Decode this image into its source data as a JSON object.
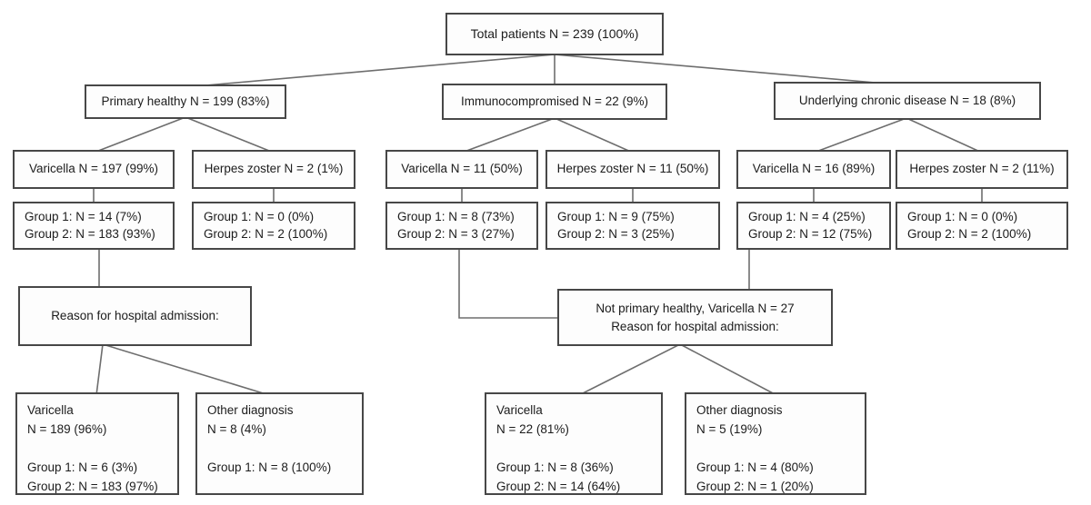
{
  "palette": {
    "background": "#ffffff",
    "box_fill": "#fdfdfd",
    "box_border": "#474747",
    "connector": "#6e6e6e",
    "text": "#1c1c1c"
  },
  "flowchart": {
    "total": "Total patients N = 239 (100%)",
    "primary_healthy": "Primary healthy N = 199 (83%)",
    "immunocompromised": "Immunocompromised N = 22 (9%)",
    "chronic_disease": "Underlying chronic disease N = 18 (8%)",
    "ph_varicella": "Varicella N = 197 (99%)",
    "ph_herpes": "Herpes zoster N = 2 (1%)",
    "ic_varicella": "Varicella N = 11 (50%)",
    "ic_herpes": "Herpes zoster N = 11 (50%)",
    "cd_varicella": "Varicella N = 16 (89%)",
    "cd_herpes": "Herpes zoster N = 2 (11%)",
    "ph_varicella_groups": {
      "group1": "Group 1: N = 14 (7%)",
      "group2": "Group 2: N = 183 (93%)"
    },
    "ph_herpes_groups": {
      "group1": "Group 1: N = 0 (0%)",
      "group2": "Group 2: N = 2 (100%)"
    },
    "ic_varicella_groups": {
      "group1": "Group 1: N = 8 (73%)",
      "group2": "Group 2: N = 3 (27%)"
    },
    "ic_herpes_groups": {
      "group1": "Group 1: N = 9 (75%)",
      "group2": "Group 2: N = 3 (25%)"
    },
    "cd_varicella_groups": {
      "group1": "Group 1: N = 4 (25%)",
      "group2": "Group 2: N = 12 (75%)"
    },
    "cd_herpes_groups": {
      "group1": "Group 1: N = 0 (0%)",
      "group2": "Group 2: N = 2 (100%)"
    },
    "reason_primary": {
      "line1": "Reason for hospital admission:"
    },
    "reason_not_primary": {
      "line1": "Not primary healthy, Varicella N = 27",
      "line2": "Reason for hospital admission:"
    },
    "ph_admit_varicella": {
      "title": "Varicella",
      "n": "N = 189 (96%)",
      "group1": "Group 1: N = 6 (3%)",
      "group2": "Group 2: N = 183 (97%)"
    },
    "ph_admit_other": {
      "title": "Other diagnosis",
      "n": "N = 8 (4%)",
      "group1": "Group 1: N = 8 (100%)"
    },
    "np_admit_varicella": {
      "title": "Varicella",
      "n": "N = 22 (81%)",
      "group1": "Group 1: N = 8 (36%)",
      "group2": "Group 2: N = 14 (64%)"
    },
    "np_admit_other": {
      "title": "Other diagnosis",
      "n": "N = 5 (19%)",
      "group1": "Group 1: N = 4 (80%)",
      "group2": "Group 2: N = 1 (20%)"
    }
  }
}
